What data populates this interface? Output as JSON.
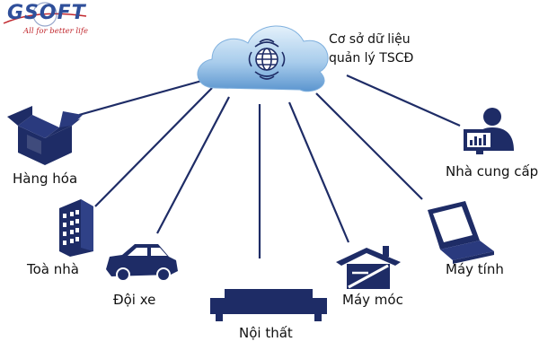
{
  "logo": {
    "wordmark": "GSOFT",
    "tagline": "All for better life"
  },
  "cloud": {
    "caption_line1": "Cơ sở dữ liệu",
    "caption_line2": "quản lý TSCĐ"
  },
  "nodes": {
    "hang_hoa": "Hàng hóa",
    "toa_nha": "Toà nhà",
    "doi_xe": "Đội xe",
    "noi_that": "Nội thất",
    "may_moc": "Máy móc",
    "may_tinh": "Máy tính",
    "nha_cung_cap": "Nhà cung cấp"
  },
  "colors": {
    "icon_navy": "#1e2c66",
    "cloud_top": "#d7e9f8",
    "cloud_bottom": "#6fa6d8",
    "logo_blue": "#2f4f9a",
    "logo_red": "#c1272d"
  }
}
